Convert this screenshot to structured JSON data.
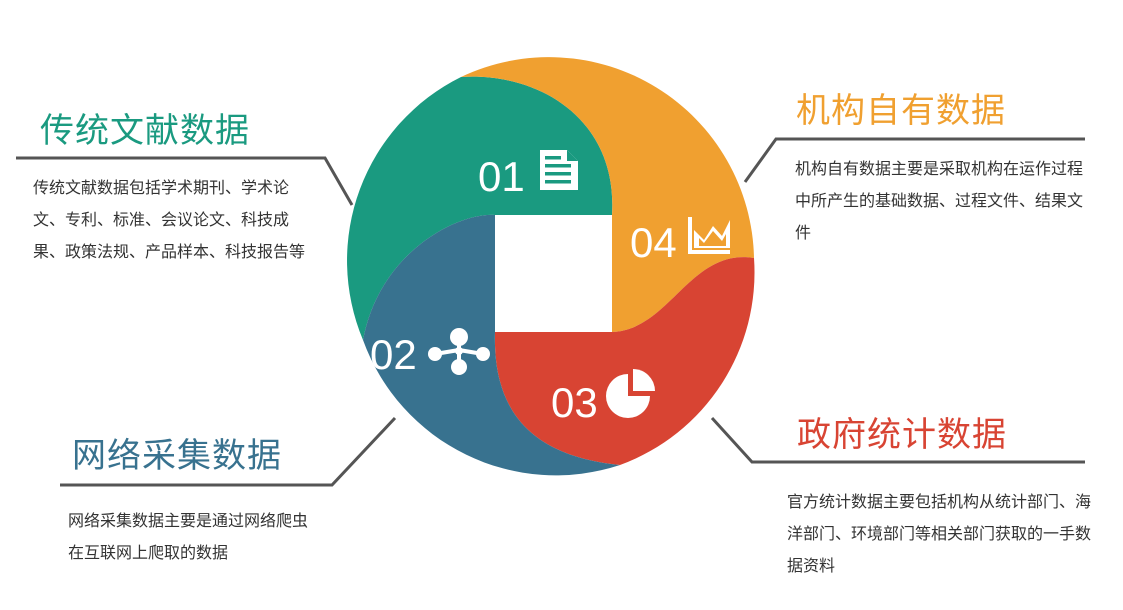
{
  "colors": {
    "green": "#1a9a80",
    "orange": "#f0a030",
    "red": "#d84433",
    "blue": "#38728f",
    "leader_line": "#555555"
  },
  "segments": [
    {
      "number": "01",
      "icon": "document-icon",
      "title": "传统文献数据",
      "title_color": "#1a9a80",
      "description": "传统文献数据包括学术期刊、学术论文、专利、标准、会议论文、科技成果、政策法规、产品样本、科技报告等"
    },
    {
      "number": "02",
      "icon": "share-network-icon",
      "title": "网络采集数据",
      "title_color": "#38728f",
      "description": "网络采集数据主要是通过网络爬虫在互联网上爬取的数据"
    },
    {
      "number": "03",
      "icon": "pie-chart-icon",
      "title": "政府统计数据",
      "title_color": "#d84433",
      "description": "官方统计数据主要包括机构从统计部门、海洋部门、环境部门等相关部门获取的一手数据资料"
    },
    {
      "number": "04",
      "icon": "line-chart-icon",
      "title": "机构自有数据",
      "title_color": "#f0a030",
      "description": "机构自有数据主要是采取机构在运作过程中所产生的基础数据、过程文件、结果文件"
    }
  ]
}
